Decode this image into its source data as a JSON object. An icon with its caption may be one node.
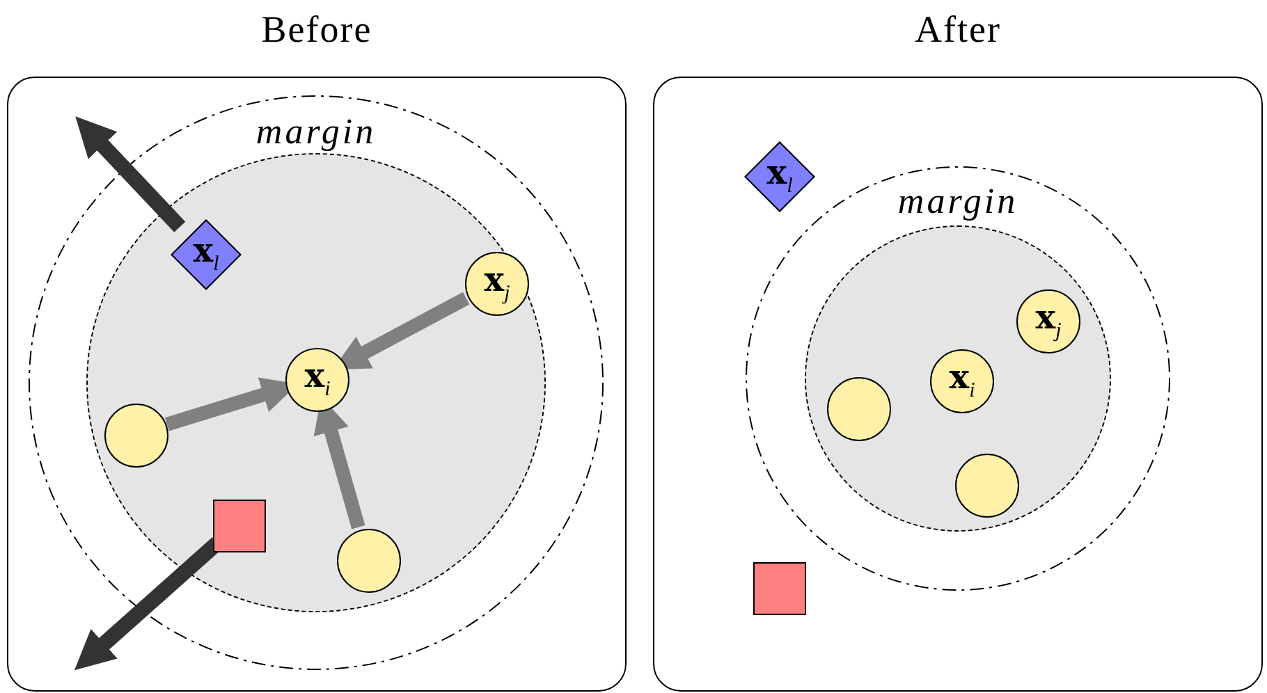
{
  "diagram": {
    "nodes": [
      {
        "text": [
          "Before"
        ]
      },
      {
        "text": [
          "margin"
        ],
        "in": 0
      },
      {
        "text": [],
        "shape": "circle",
        "in": 1
      },
      {
        "text": [
          "**x**$_{l}$"
        ],
        "in": 2
      },
      {
        "text": [
          "**x**$_{j}$"
        ],
        "in": 2
      },
      {
        "text": [
          "**x**$_{i}$"
        ],
        "in": 2
      },
      {
        "text": [],
        "shape": "circle",
        "in": 2
      },
      {
        "text": [],
        "shape": "box",
        "in": 2
      },
      {
        "text": [],
        "shape": "circle",
        "in": 2
      },
      {
        "text": [
          "After"
        ]
      },
      {
        "text": [
          "**x**$_{l}$"
        ],
        "in": 9
      },
      {
        "text": [
          "margin"
        ],
        "in": 9
      },
      {
        "text": [],
        "shape": "circle",
        "in": 11
      },
      {
        "text": [
          "**x**$_{j}$"
        ],
        "in": 12
      },
      {
        "text": [
          "**x**$_{i}$"
        ],
        "in": 12
      },
      {
        "text": [],
        "shape": "circle",
        "in": 12
      },
      {
        "text": [],
        "shape": "circle",
        "in": 12
      },
      {
        "text": [],
        "shape": "box",
        "in": 9
      }
    ],
    "edges": [
      {
        "from": 3,
        "to": null,
        "arrow": "to",
        "color": "#333333"
      },
      {
        "from": 4,
        "to": 5,
        "arrow": "to"
      },
      {
        "from": 6,
        "to": 5,
        "arrow": "to"
      },
      {
        "from": 8,
        "to": 5,
        "arrow": "to"
      },
      {
        "from": 7,
        "to": null,
        "arrow": "to",
        "color": "#333333"
      }
    ]
  }
}
